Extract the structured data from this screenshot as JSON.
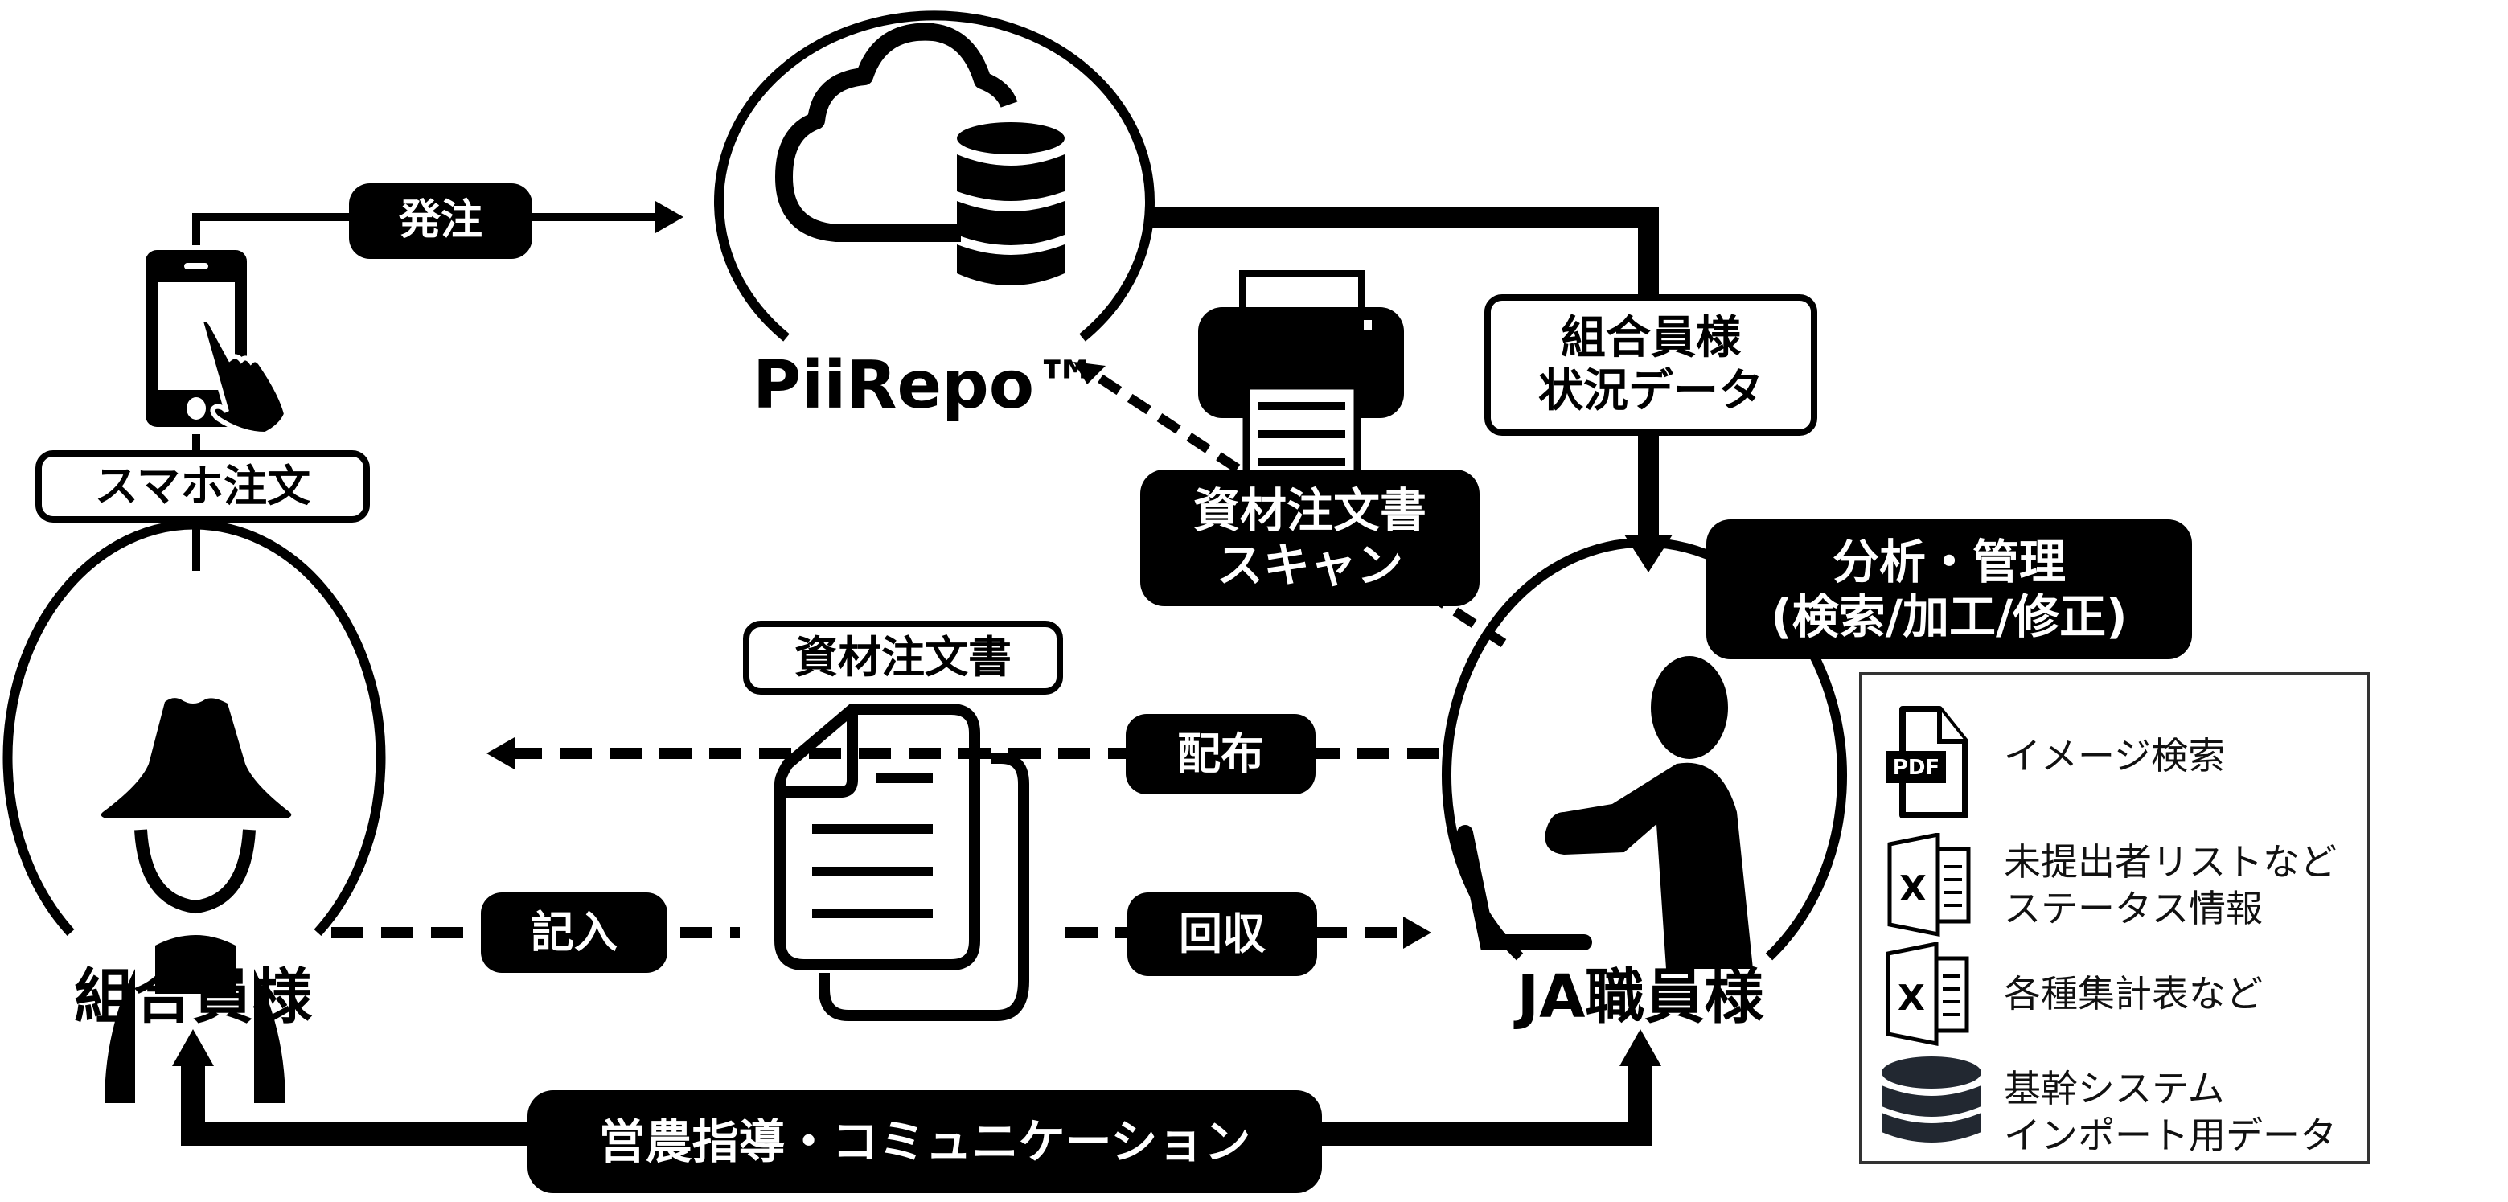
{
  "nodes": {
    "piirepo": {
      "label": "PiiRepo™",
      "icon": "cloud-database-icon"
    },
    "member": {
      "label": "組合員様",
      "icon": "farmer-icon"
    },
    "staff": {
      "label": "JA職員様",
      "icon": "office-worker-laptop-icon"
    },
    "smartphone": {
      "icon": "smartphone-tap-icon"
    },
    "printer": {
      "icon": "printer-scanner-icon"
    },
    "document": {
      "icon": "document-stack-icon"
    }
  },
  "labels": {
    "smartphone_order": "スマホ注文",
    "order": "発注",
    "member_status_line1": "組合員様",
    "member_status_line2": "状況データ",
    "scan_line1": "資材注文書",
    "scan_line2": "スキャン",
    "analysis_line1": "分析・管理",
    "analysis_line2": "(検索/加工/修正)",
    "order_form": "資材注文書",
    "distribute": "配布",
    "fill_in": "記入",
    "collect": "回収",
    "guidance": "営農指導・コミュニケーション"
  },
  "legend": {
    "items": [
      {
        "icon": "pdf-file-icon",
        "line1": "イメージ検索",
        "line2": ""
      },
      {
        "icon": "excel-file-icon",
        "line1": "未提出者リストなど",
        "line2": "ステータス情報"
      },
      {
        "icon": "excel-file-icon",
        "line1": "各種集計表など",
        "line2": ""
      },
      {
        "icon": "database-icon",
        "line1": "基幹システム",
        "line2": "インポート用データ"
      }
    ],
    "pdf_badge": "PDF",
    "excel_badge": "X"
  },
  "colors": {
    "ink": "#000000",
    "background": "#ffffff",
    "legend_border": "#333333",
    "legend_icon": "#222831"
  }
}
